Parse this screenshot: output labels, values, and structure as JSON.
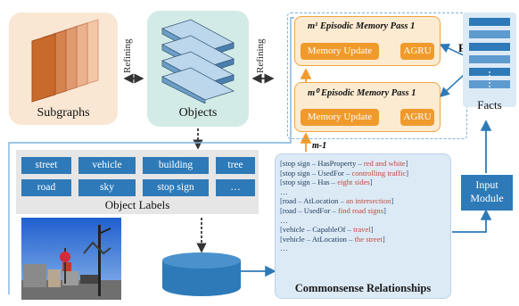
{
  "labels": {
    "subgraphs": "Subgraphs",
    "objects": "Objects",
    "refining_left": "Refining",
    "refining_right": "Refining",
    "facts": "Facts",
    "f": "F",
    "m_minus_1": "m-1",
    "input_module": "Input Module",
    "object_labels": "Object Labels",
    "commonsense": "Commonsense Relationships"
  },
  "pass_top": {
    "title": "m¹ Episodic Memory Pass 1",
    "update": "Memory Update",
    "agru": "AGRU"
  },
  "pass_bottom": {
    "title": "m⁰ Episodic Memory Pass 1",
    "update": "Memory Update",
    "agru": "AGRU"
  },
  "object_tags": [
    "street",
    "vehicle",
    "building",
    "tree",
    "road",
    "sky",
    "stop sign",
    "…"
  ],
  "relations": [
    {
      "subject": "stop sign",
      "relation": "HasProperty",
      "object": "red and white"
    },
    {
      "subject": "stop sign",
      "relation": "UsedFor",
      "object": "controlling traffic"
    },
    {
      "subject": "stop sign",
      "relation": "Has",
      "object": "eight sides"
    },
    {
      "ellipsis": "…"
    },
    {
      "subject": "road",
      "relation": "AtLocation",
      "object": "an intersection"
    },
    {
      "subject": "road",
      "relation": "UsedFor",
      "object": "find road signs"
    },
    {
      "ellipsis": "…"
    },
    {
      "subject": "vehicle",
      "relation": "CapableOf",
      "object": "travel"
    },
    {
      "subject": "vehicle",
      "relation": "AtLocation",
      "object": "the street"
    },
    {
      "ellipsis": "…"
    }
  ],
  "colors": {
    "orange": "#f09a2c",
    "blue": "#2e7ab8",
    "light_blue": "#dceaf6",
    "peach": "#f9e7d4",
    "mint": "#d3ebe6"
  }
}
